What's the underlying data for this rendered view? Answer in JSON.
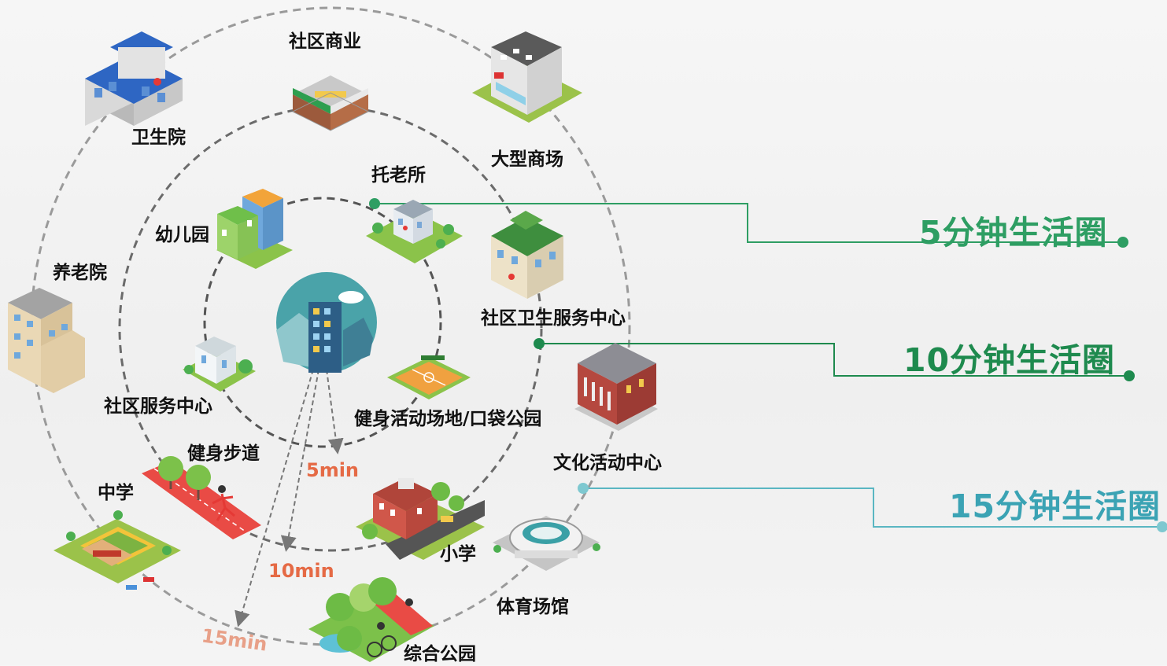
{
  "rings": [
    {
      "title": "5分钟生活圈",
      "time": "5min",
      "color": "#2e9e63"
    },
    {
      "title": "10分钟生活圈",
      "time": "10min",
      "color": "#1e8a4e"
    },
    {
      "title": "15分钟生活圈",
      "time": "15min",
      "color": "#3ba3b4"
    }
  ],
  "time_color": "#e56a45",
  "facilities": {
    "five": [
      "托老所",
      "社区服务中心",
      "健身活动场地/口袋公园"
    ],
    "ten": [
      "社区商业",
      "幼儿园",
      "社区卫生服务中心",
      "小学",
      "健身步道"
    ],
    "fifteen": [
      "卫生院",
      "大型商场",
      "养老院",
      "文化活动中心",
      "中学",
      "体育场馆",
      "综合公园"
    ]
  },
  "icons": {
    "center": "residential-building-icon",
    "clinic": "clinic-building-icon",
    "shop": "shop-icon",
    "mall": "mall-icon",
    "elder_care": "elder-care-icon",
    "kindergarten": "kindergarten-icon",
    "health_center": "health-center-icon",
    "nursing_home": "nursing-home-icon",
    "service_center": "service-center-icon",
    "sports_field": "sports-field-icon",
    "culture_center": "culture-center-icon",
    "trail": "fitness-trail-icon",
    "middle_school": "middle-school-icon",
    "primary_school": "primary-school-icon",
    "stadium": "stadium-icon",
    "park": "park-icon"
  }
}
